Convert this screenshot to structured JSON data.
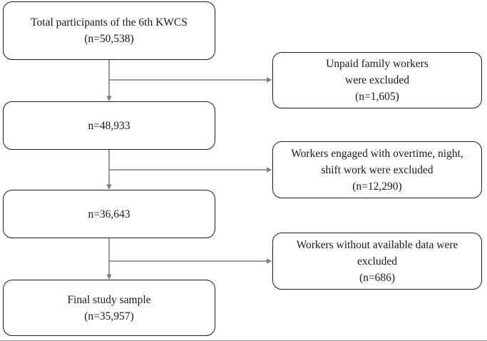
{
  "colors": {
    "box_border": "#1c1c1c",
    "arrow": "#7f7f7f",
    "text": "#1a1a1a",
    "background": "#ffffff",
    "bottom_edge": "#9a9a9a"
  },
  "flowchart": {
    "description": "Participant selection flow diagram of the 6th KWCS study",
    "main_nodes": [
      {
        "id": "total-participants",
        "lines": [
          "Total participants of the 6th KWCS",
          "(n=50,538)"
        ],
        "n": 50538
      },
      {
        "id": "after-unpaid-excluded",
        "lines": [
          "n=48,933"
        ],
        "n": 48933
      },
      {
        "id": "after-overtime-excluded",
        "lines": [
          "n=36,643"
        ],
        "n": 36643
      },
      {
        "id": "final-sample",
        "lines": [
          "Final study sample",
          "(n=35,957)"
        ],
        "n": 35957
      }
    ],
    "exclusion_nodes": [
      {
        "id": "excluded-unpaid-family",
        "lines": [
          "Unpaid family workers",
          "were excluded",
          "(n=1,605)"
        ],
        "n": 1605
      },
      {
        "id": "excluded-overtime-night-shift",
        "lines": [
          "Workers engaged with overtime, night,",
          "shift work were excluded",
          "(n=12,290)"
        ],
        "n": 12290
      },
      {
        "id": "excluded-no-available-data",
        "lines": [
          "Workers without available data were",
          "excluded",
          "(n=686)"
        ],
        "n": 686
      }
    ]
  }
}
